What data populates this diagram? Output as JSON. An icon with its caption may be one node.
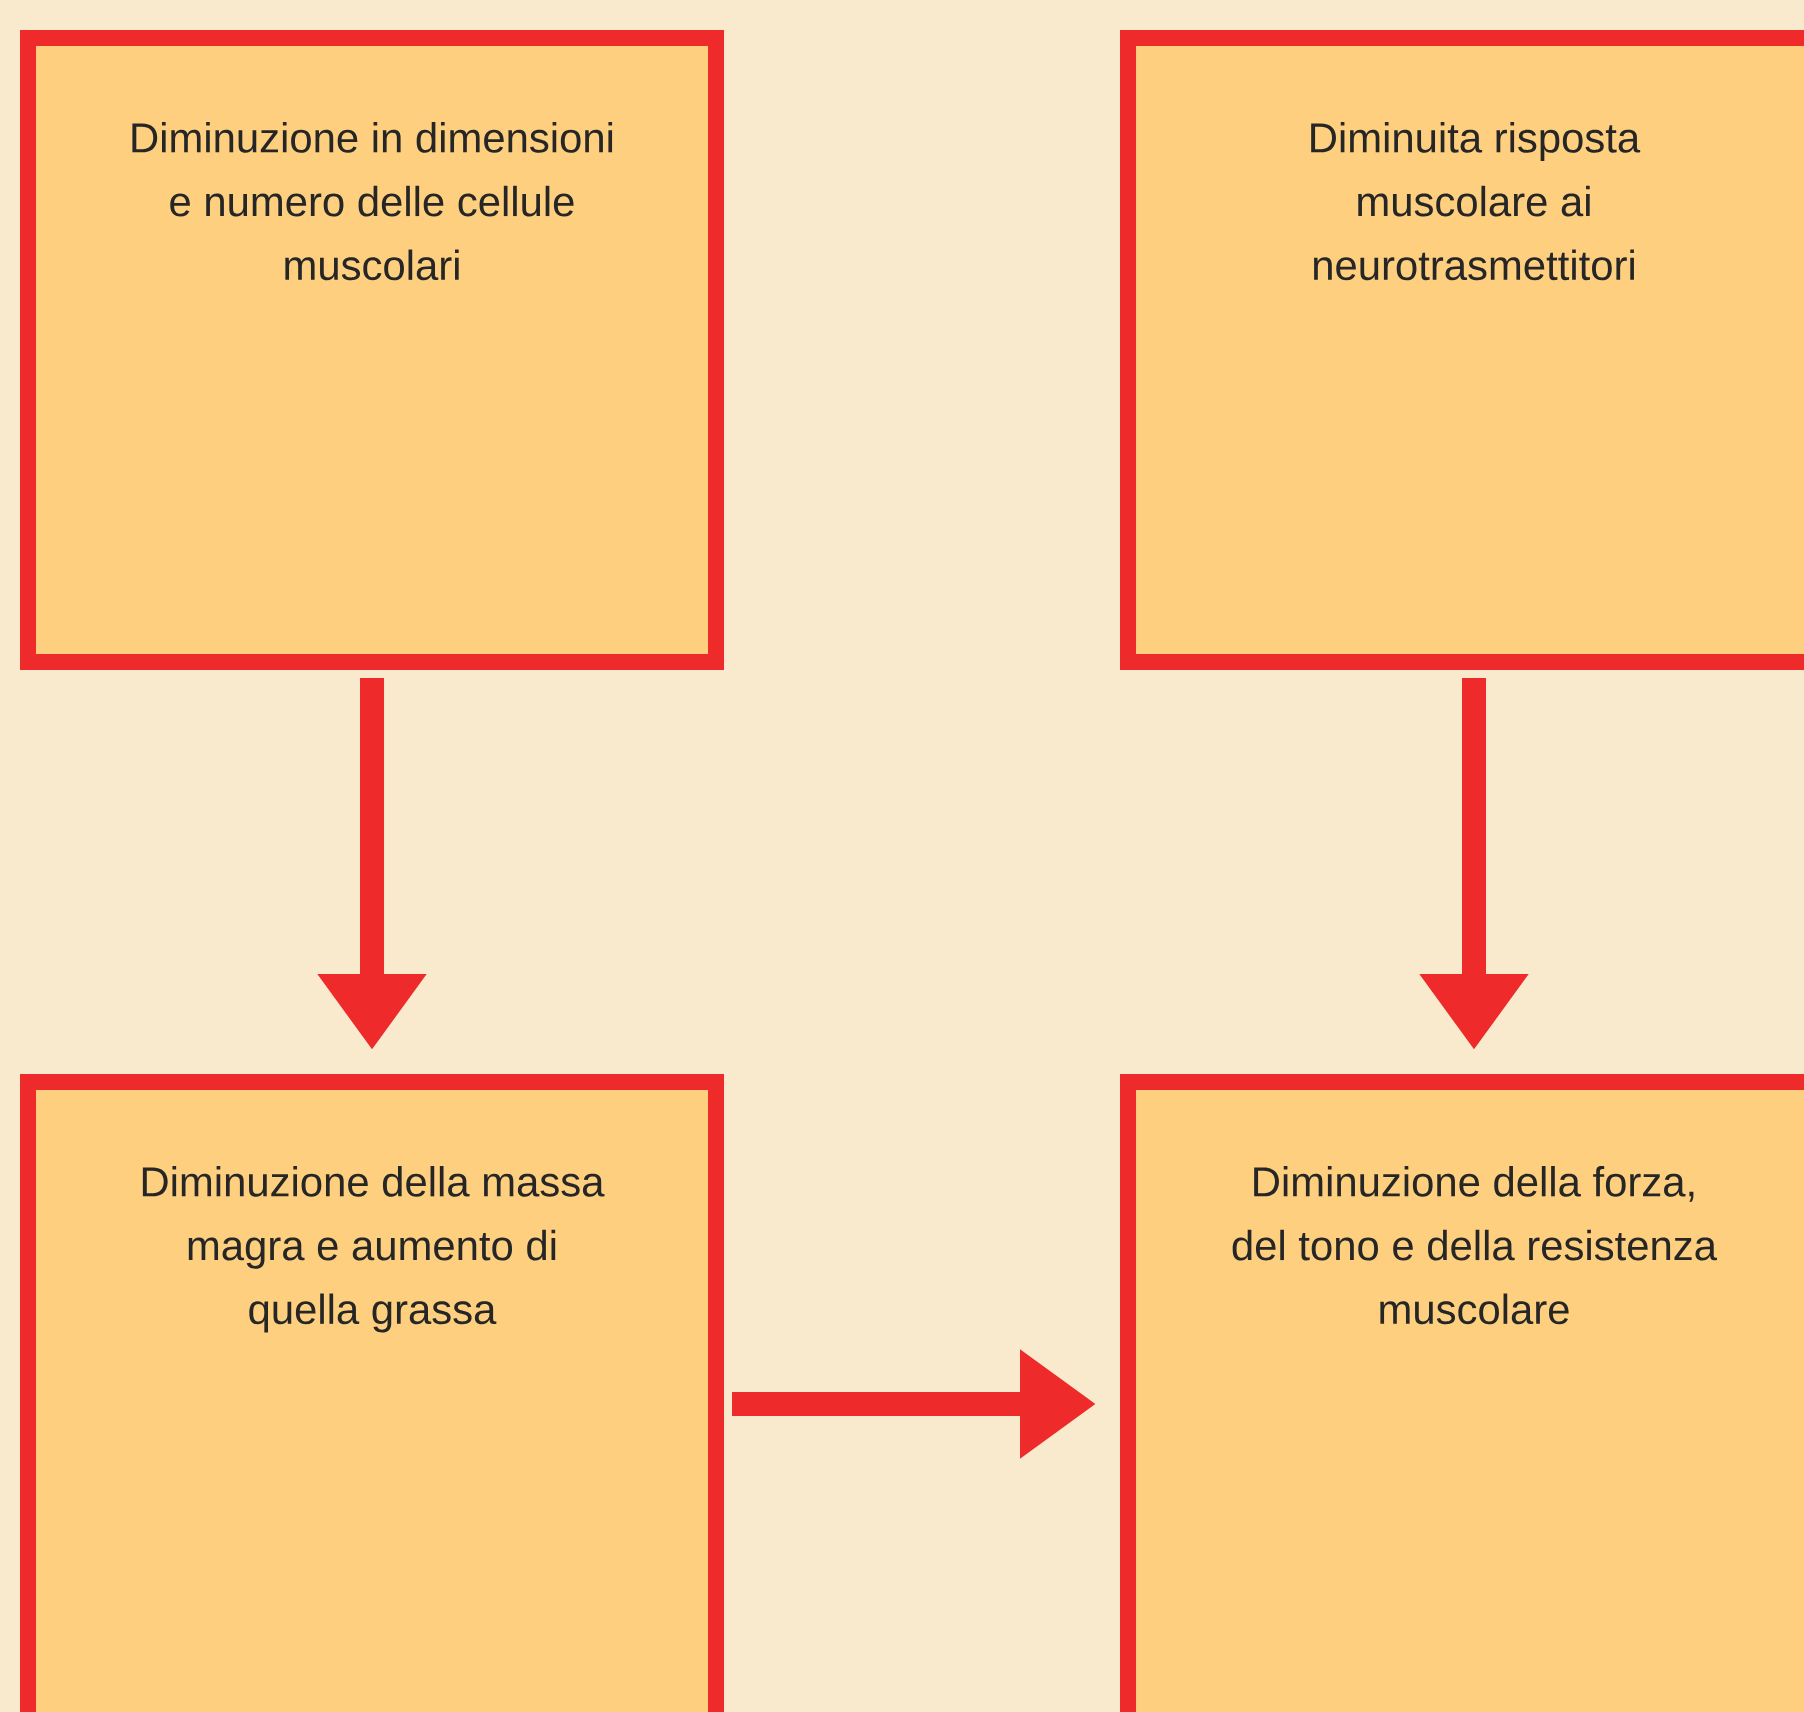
{
  "diagram": {
    "nodes": [
      {
        "text": [
          "Diminuzione in dimensioni e numero delle cellule muscolari"
        ]
      },
      {
        "text": [
          "Diminuita risposta muscolare ai neurotrasmettitori"
        ]
      },
      {
        "text": [
          "Diminuzione della massa magra e aumento di quella grassa"
        ]
      },
      {
        "text": [
          "Diminuzione della forza, del tono e della resistenza muscolare"
        ]
      }
    ],
    "edges": [
      {
        "from": 0,
        "to": 2,
        "arrow": "to"
      },
      {
        "from": 1,
        "to": 3,
        "arrow": "to"
      },
      {
        "from": 2,
        "to": 3,
        "arrow": "to"
      }
    ]
  }
}
